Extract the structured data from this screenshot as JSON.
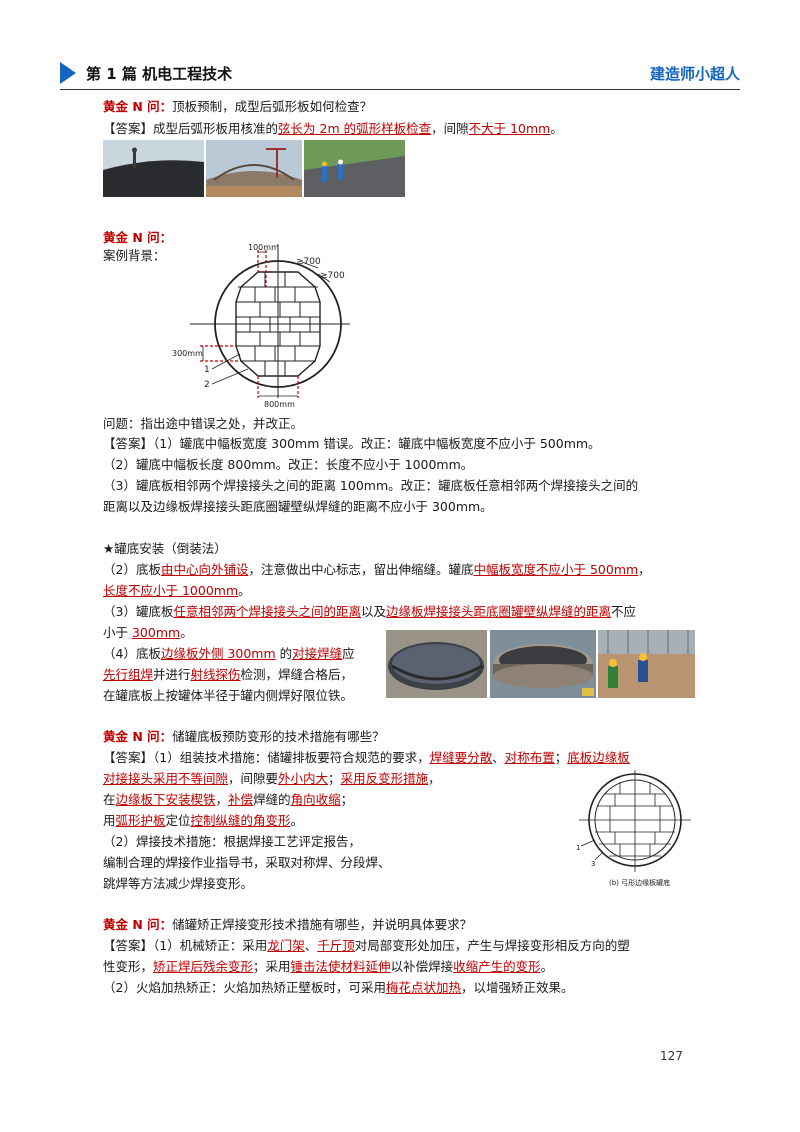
{
  "header": {
    "title": "第 1 篇  机电工程技术",
    "brand": "建造师小超人"
  },
  "q1": {
    "title": "黄金 N 问：",
    "question": "顶板预制，成型后弧形板如何检查？",
    "answer": [
      "【答案】成型后弧形板用核准的",
      "弦长为 2m 的弧形样板检查",
      "，间隙",
      "不大于 10mm",
      "。"
    ]
  },
  "q2": {
    "title": "黄金 N 问：",
    "bg": "案例背景：",
    "diagram_labels": {
      "top": "100mm",
      "d1": "≥700",
      "d2": "≥700",
      "side": "300mm",
      "n1": "1",
      "n2": "2",
      "bottom": "800mm"
    },
    "problem": "问题：指出途中错误之处，并改正。",
    "a1": "【答案】（1）罐底中幅板宽度 300mm 错误。改正：罐底中幅板宽度不应小于 500mm。",
    "a2": "（2）罐底中幅板长度 800mm。改正：长度不应小于 1000mm。",
    "a3": "（3）罐底板相邻两个焊接接头之间的距离 100mm。改正：罐底板任意相邻两个焊接接头之间的",
    "a3b": "距离以及边缘板焊接接头距底圈罐壁纵焊缝的距离不应小于 300mm。"
  },
  "s3": {
    "title": "★罐底安装（倒装法）",
    "l1": [
      "（2）底板",
      "由中心向外铺设",
      "，注意做出中心标志，留出伸缩缝。罐底",
      "中幅板宽度不应小于 500mm",
      "，"
    ],
    "l2": [
      "长度不应小于 1000mm",
      "。"
    ],
    "l3": [
      "（3）罐底板",
      "任意相邻两个焊接接头之间的距离",
      "以及",
      "边缘板焊接接头距底圈罐壁纵焊缝的距离",
      "不应"
    ],
    "l4": [
      "小于 ",
      "300mm",
      "。"
    ],
    "l5": [
      "（4）底板",
      "边缘板外侧 300mm",
      " 的",
      "对接焊缝",
      "应"
    ],
    "l6": [
      "先行组焊",
      "并进行",
      "射线探伤",
      "检测，焊缝合格后，"
    ],
    "l7": "在罐底板上按罐体半径于罐内侧焊好限位铁。"
  },
  "q4": {
    "title": "黄金 N 问：",
    "question": "储罐底板预防变形的技术措施有哪些？",
    "l1": [
      "【答案】（1）组装技术措施：储罐排板要符合规范的要求，",
      "焊缝要分散",
      "、",
      "对称布置",
      "；",
      "底板边缘板"
    ],
    "l2": [
      "对接接头采用不等间隙",
      "，间隙要",
      "外小内大",
      "；",
      "采用反变形措施",
      "，"
    ],
    "l3": [
      "在",
      "边缘板下安装楔铁",
      "，",
      "补偿",
      "焊缝的",
      "角向收缩",
      "；"
    ],
    "l4": [
      "用",
      "弧形护板",
      "定位",
      "控制纵缝的角变形",
      "。"
    ],
    "l5": "（2）焊接技术措施：根据焊接工艺评定报告，",
    "l6": "编制合理的焊接作业指导书，采取对称焊、分段焊、",
    "l7": "跳焊等方法减少焊接变形。",
    "fig_caption": "(b) 弓形边缘板罐底",
    "fig_n1": "1",
    "fig_n3": "3"
  },
  "q5": {
    "title": "黄金 N 问：",
    "question": "储罐矫正焊接变形技术措施有哪些，并说明具体要求？",
    "l1": [
      "【答案】（1）机械矫正：采用",
      "龙门架",
      "、",
      "千斤顶",
      "对局部变形处加压，产生与焊接变形相反方向的塑"
    ],
    "l2": [
      "性变形，",
      "矫正焊后残余变形",
      "；采用",
      "锤击法使材料延伸",
      "以补偿焊接",
      "收缩产生的变形",
      "。"
    ],
    "l3": [
      "（2）火焰加热矫正：火焰加热矫正壁板时，可采用",
      "梅花点状加热",
      "，以增强矫正效果。"
    ]
  },
  "page_number": "127",
  "colors": {
    "accent": "#1565c0",
    "highlight": "#c00000"
  }
}
